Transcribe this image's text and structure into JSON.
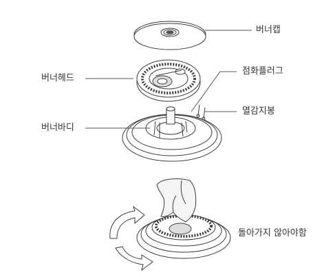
{
  "labels": {
    "burner_cap": "버너캡",
    "burner_head": "버너헤드",
    "ignition_plug": "점화플러그",
    "thermocouple": "열감지봉",
    "burner_body": "버너바디",
    "rotation_note": "돌아가지 않아야함"
  },
  "colors": {
    "line": "#555555",
    "part_stroke": "#3a3a3a",
    "hand_fill": "#f4f4f4",
    "background": "#ffffff"
  }
}
